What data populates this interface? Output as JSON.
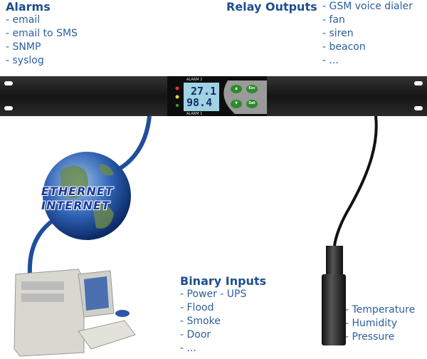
{
  "alarms": {
    "title": "Alarms",
    "items": [
      "- email",
      "- email to SMS",
      "- SNMP",
      "- syslog"
    ]
  },
  "relay_outputs": {
    "title": "Relay Outputs",
    "items": [
      "- GSM voice dialer",
      "- fan",
      "- siren",
      "- beacon",
      "- ..."
    ]
  },
  "binary_inputs": {
    "title": "Binary Inputs",
    "items": [
      "- Power - UPS",
      "- Flood",
      "- Smoke",
      "- Door",
      "- ..."
    ]
  },
  "sensor": {
    "items": [
      "- Temperature",
      "- Humidity",
      "- Pressure"
    ]
  },
  "network": {
    "line1": "ETHERNET",
    "line2": "INTERNET"
  },
  "device": {
    "alarm2": "ALARM 2",
    "alarm1": "ALARM 1",
    "value1": "27.1",
    "value2": "98.4",
    "buttons": [
      "▲",
      "Esc",
      "▼",
      "Set"
    ]
  },
  "colors": {
    "text": "#2c5f9c",
    "cable_blue": "#1f4f9a",
    "cable_black": "#111111"
  }
}
